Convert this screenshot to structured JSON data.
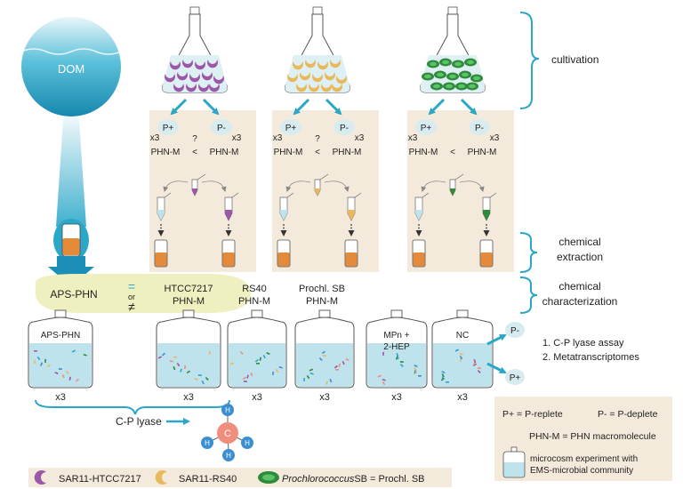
{
  "colors": {
    "panel": "#f4eadb",
    "bubble": "#eef0bf",
    "arrow": "#2aa7c6",
    "water": "#bfe3ec",
    "sar11_htcc7217": "#9b57a8",
    "sar11_rs40": "#e8b85d",
    "prochlorococcus": "#2f8a3a",
    "pellet": "#e58a3a"
  },
  "dom": {
    "label": "DOM"
  },
  "stages": {
    "cultivation": "cultivation",
    "extraction_line1": "chemical",
    "extraction_line2": "extraction",
    "characterization_line1": "chemical",
    "characterization_line2": "characterization"
  },
  "panels": [
    {
      "p_plus": "P+",
      "p_minus": "P-",
      "rep_left": "x3",
      "rep_right": "x3",
      "question": "?",
      "phn_left": "PHN-M",
      "compare": "<",
      "phn_right": "PHN-M"
    },
    {
      "p_plus": "P+",
      "p_minus": "P-",
      "rep_left": "x3",
      "rep_right": "x3",
      "question": "?",
      "phn_left": "PHN-M",
      "compare": "<",
      "phn_right": "PHN-M"
    },
    {
      "p_plus": "P+",
      "p_minus": "P-",
      "rep_left": "x3",
      "rep_right": "x3",
      "question": "",
      "phn_left": "PHN-M",
      "compare": "<",
      "phn_right": "PHN-M"
    }
  ],
  "characterization": {
    "aps_phn": "APS-PHN",
    "equals": "=",
    "or": "or",
    "not_equal": "≠",
    "htcc_line1": "HTCC7217",
    "htcc_line2": "PHN-M",
    "rs40_line1": "RS40",
    "rs40_line2": "PHN-M",
    "prochl_line1": "Prochl. SB",
    "prochl_line2": "PHN-M"
  },
  "microcosms": [
    {
      "label_line1": "APS-PHN",
      "label_line2": "",
      "rep": "x3"
    },
    {
      "label_line1": "",
      "label_line2": "",
      "rep": "x3"
    },
    {
      "label_line1": "",
      "label_line2": "",
      "rep": "x3"
    },
    {
      "label_line1": "",
      "label_line2": "",
      "rep": "x3"
    },
    {
      "label_line1": "MPn +",
      "label_line2": "2-HEP",
      "rep": "x3"
    },
    {
      "label_line1": "NC",
      "label_line2": "",
      "rep": "x3"
    }
  ],
  "assay": {
    "p_minus": "P-",
    "p_plus": "P+",
    "step1": "1. C-P lyase assay",
    "step2": "2. Metatranscriptomes"
  },
  "cp_lyase": {
    "label": "C-P lyase",
    "center": "C",
    "h": "H"
  },
  "key": {
    "p_plus_def": "P+ = P-replete",
    "p_minus_def": "P- = P-deplete",
    "phn_def": "PHN-M = PHN macromolecule",
    "microcosm_line1": "microcosm experiment with",
    "microcosm_line2": "EMS-microbial community"
  },
  "legend": {
    "sar11_htcc7217": "SAR11-HTCC7217",
    "sar11_rs40": "SAR11-RS40",
    "prochl_name": "Prochlorococcus",
    "prochl_suffix": "SB = Prochl.  SB"
  }
}
